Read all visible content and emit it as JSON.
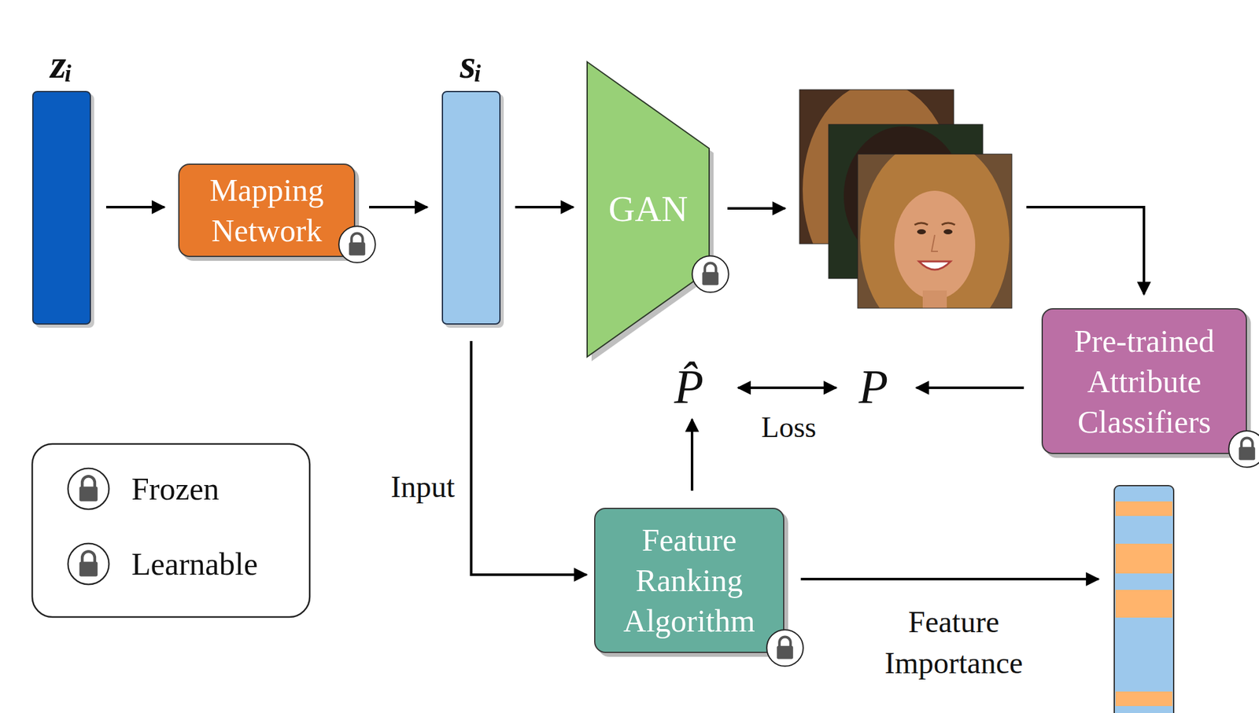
{
  "diagram": {
    "nodes": [
      {
        "text": [
          "zᵢ"
        ]
      },
      {
        "text": [
          "Mapping Network"
        ]
      },
      {
        "text": [
          "sᵢ"
        ]
      },
      {
        "text": [
          "GAN"
        ]
      },
      {
        "text": [
          "Pre-trained Attribute Classifiers"
        ]
      },
      {
        "text": [
          "Feature Ranking Algorithm"
        ]
      }
    ],
    "edges": [
      {
        "from": 0,
        "to": 1,
        "arrow": "to"
      },
      {
        "from": 1,
        "to": 2,
        "arrow": "to"
      },
      {
        "from": 2,
        "to": 3,
        "arrow": "to"
      },
      {
        "from": 2,
        "to": 5,
        "arrow": "to",
        "label": "Input"
      }
    ],
    "labels": [
      "P̂",
      "P",
      "Loss",
      "Feature Importance"
    ],
    "legend": [
      {
        "text": "Frozen"
      },
      {
        "text": "Learnable"
      }
    ]
  }
}
